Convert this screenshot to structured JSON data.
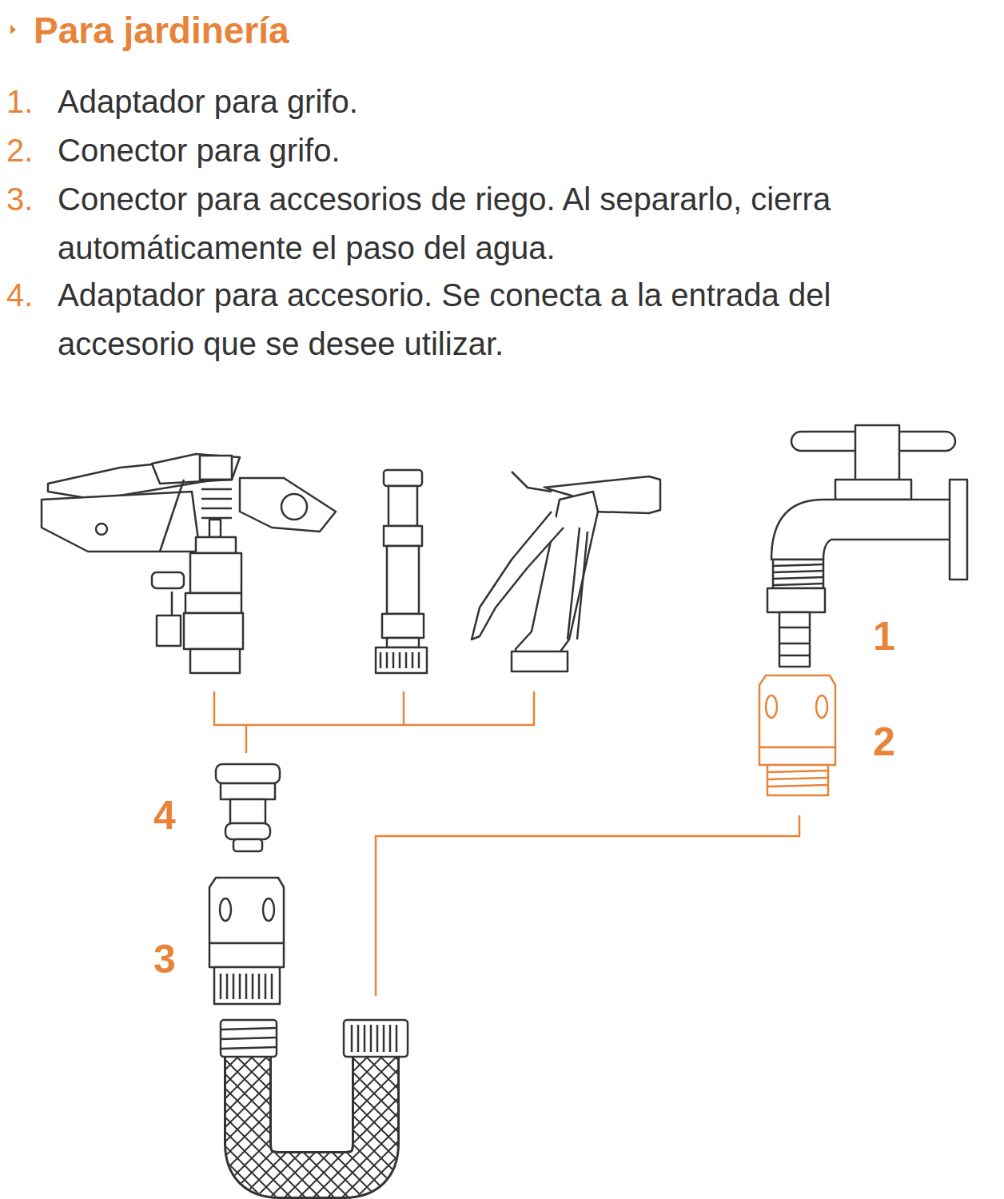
{
  "diagram": {
    "title": "Para jardinería",
    "labels": [
      "1.",
      "Adaptador para grifo.",
      "2.",
      "Conector para grifo.",
      "3.",
      "Conector para accesorios de riego. Al separarlo, cierra automáticamente el paso del agua.",
      "4.",
      "Adaptador para accesorio. Se conecta a la entrada del accesorio que se desee utilizar.",
      "1",
      "2",
      "4",
      "3"
    ]
  }
}
